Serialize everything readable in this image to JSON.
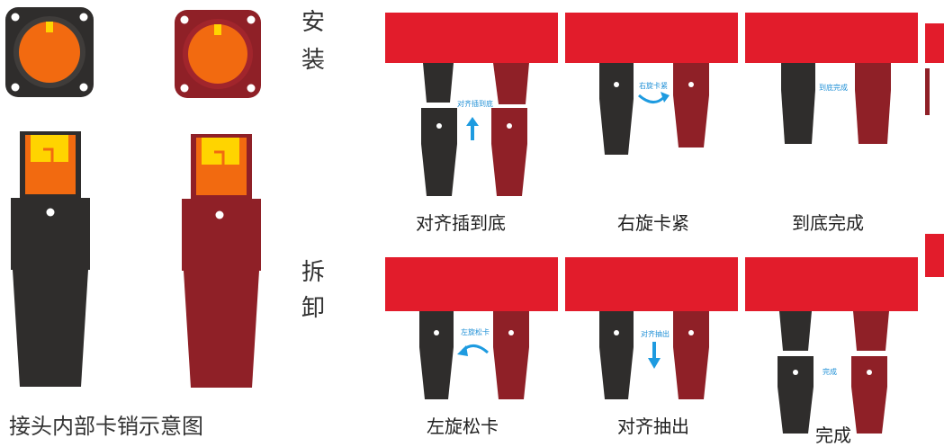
{
  "side_labels": {
    "install_1": "安",
    "install_2": "装",
    "remove_1": "拆",
    "remove_2": "卸"
  },
  "diagram_caption": "接头内部卡销示意图",
  "steps": [
    {
      "caption": "对齐插到底",
      "tag": "对齐插到底"
    },
    {
      "caption": "右旋卡紧",
      "tag": "右旋卡紧"
    },
    {
      "caption": "到底完成",
      "tag": "到底完成"
    },
    {
      "caption": "左旋松卡",
      "tag": "左旋松卡"
    },
    {
      "caption": "对齐抽出",
      "tag": "对齐抽出"
    },
    {
      "caption": "完成",
      "tag": "完成"
    }
  ],
  "colors": {
    "red_panel": "#e21c2b",
    "black_plug": "#2f2d2c",
    "red_plug": "#8f2027",
    "orange": "#f26a10",
    "yellow": "#ffd400",
    "arrow_blue": "#1e9be0"
  }
}
